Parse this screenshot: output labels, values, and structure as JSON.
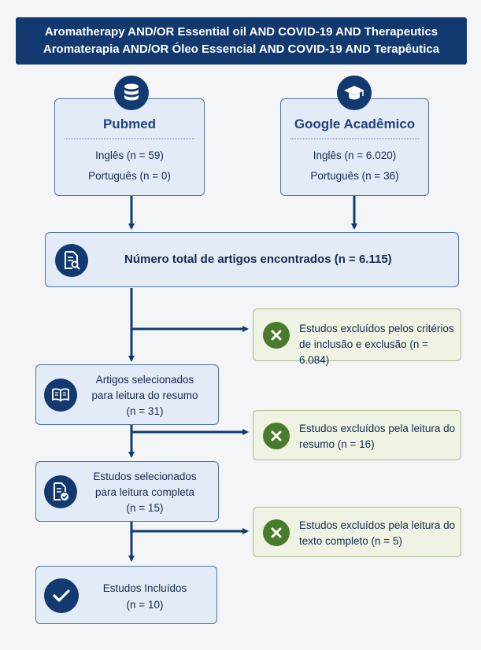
{
  "header": {
    "line1": "Aromatherapy AND/OR Essential oil AND COVID-19 AND Therapeutics",
    "line2": "Aromaterapia AND/OR Óleo Essencial AND COVID-19 AND Terapêutica"
  },
  "sources": {
    "pubmed": {
      "title": "Pubmed",
      "english": "Inglês (n = 59)",
      "portuguese": "Português (n = 0)",
      "icon": "database-icon"
    },
    "scholar": {
      "title": "Google Acadêmico",
      "english": "Inglês (n = 6.020)",
      "portuguese": "Português (n = 36)",
      "icon": "graduation-cap-icon"
    }
  },
  "total": {
    "text": "Número total de artigos encontrados (n = 6.115)",
    "icon": "document-search-icon"
  },
  "steps": {
    "abstract": {
      "line1": "Artigos selecionados",
      "line2": "para leitura do resumo",
      "line3": "(n = 31)",
      "icon": "open-book-icon"
    },
    "fulltext": {
      "line1": "Estudos selecionados",
      "line2": "para leitura completa",
      "line3": "(n = 15)",
      "icon": "document-check-icon"
    },
    "included": {
      "line1": "Estudos Incluídos",
      "line2": "(n = 10)",
      "icon": "checkmark-icon"
    }
  },
  "exclusions": {
    "criteria": {
      "line1": "Estudos excluídos pelos critérios",
      "line2": "de inclusão e exclusão (n = 6.084)"
    },
    "abstract": {
      "line1": "Estudos excluídos pela leitura do",
      "line2": "resumo (n = 16)"
    },
    "fulltext": {
      "line1": "Estudos excluídos pela leitura do",
      "line2": "texto completo (n = 5)"
    }
  },
  "colors": {
    "navy": "#123a70",
    "box_fill": "#e3ebf6",
    "exclusion_fill": "#eef3e4",
    "exclusion_icon": "#4a7a2c"
  }
}
